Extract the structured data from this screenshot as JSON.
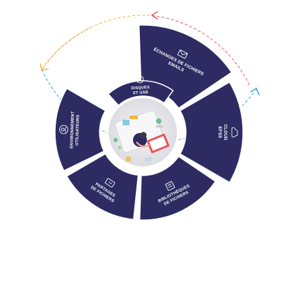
{
  "segments": [
    {
      "id": "echanges",
      "lines": [
        "ÉCHANGES DE FICHIERS",
        "EMAILS"
      ],
      "icon": "envelope-person-icon"
    },
    {
      "id": "cloud",
      "lines": [
        "CLOUD",
        "EFSS"
      ],
      "icon": "cloud-icon"
    },
    {
      "id": "bibliotheques",
      "lines": [
        "BIBLIOTHÈQUES",
        "DE FICHIERS"
      ],
      "icon": "list-document-icon"
    },
    {
      "id": "partages",
      "lines": [
        "PARTAGES",
        "DE FICHIERS"
      ],
      "icon": "folder-share-icon"
    },
    {
      "id": "environnement",
      "lines": [
        "ENVIRONNEMENT",
        "UTILISATEURS"
      ],
      "icon": "users-icon"
    },
    {
      "id": "disques",
      "lines": [
        "DISQUES",
        "ET USB"
      ],
      "icon": "usb-drive-icon"
    }
  ],
  "colors": {
    "segment_fill": "#2d2b62",
    "segment_text": "#ffffff",
    "arrow_red": "#e8545a",
    "arrow_orange": "#f4b43c",
    "arrow_blue": "#2da7e0",
    "center_disc": "#e8e8ec"
  },
  "center_illustration": "person-working-at-desk-illustration"
}
